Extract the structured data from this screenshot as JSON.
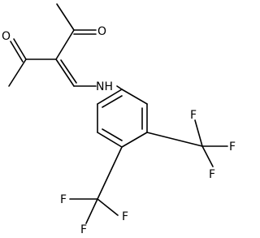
{
  "structure": {
    "atoms": [
      {
        "id": "O1",
        "label": "O"
      },
      {
        "id": "O2",
        "label": "O"
      },
      {
        "id": "NH",
        "label": "NH"
      },
      {
        "id": "F1",
        "label": "F"
      },
      {
        "id": "F2",
        "label": "F"
      },
      {
        "id": "F3",
        "label": "F"
      },
      {
        "id": "F4",
        "label": "F"
      },
      {
        "id": "F5",
        "label": "F"
      },
      {
        "id": "F6",
        "label": "F"
      }
    ]
  }
}
